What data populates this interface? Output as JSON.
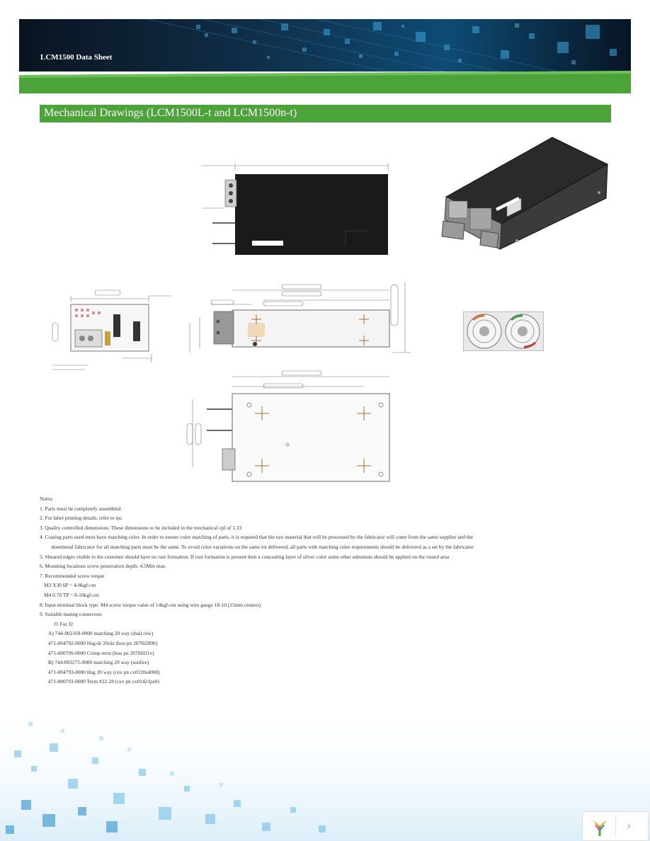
{
  "header": {
    "title": "LCM1500 Data Sheet"
  },
  "section": {
    "title": "Mechanical Drawings (LCM1500L-t and LCM1500n-t)"
  },
  "notes": {
    "heading": "Notes:",
    "items": [
      "1.  Parts must be completely assembled",
      "2.  For label printing details, refer to ipc",
      "3.  Quality controlled dimensions: These dimensions to be included in the mechanical cpl of 1.33",
      "4.    Coating parts used must have matching color. In order to ensure color matching of parts, it is required that the raw material that will be processed by the fabricator will come from the same supplier and the"
    ],
    "item4_cont": "sheetmetal fabricator for all matching parts must be the same. To avoid color variations on the same lot delivered, all parts with matching color requirements should be delivered as a set by the fabricator",
    "items2": [
      "5.  Sheared edges visible to the customer should have no rust formation. If rust formation is present then a concealing layer of silver color some other substitute should be applied on the rusted area",
      "6.  Mounting locations screw penetration depth: 4.5Mm max",
      "7.  Recommended screw torque"
    ],
    "torque": [
      "M3 X30 6P = 4-8kgf-cm",
      "M4 0.70 TP = 8-10kgf-cm"
    ],
    "items3": [
      "8.  Input terminal block type. M4 screw torque value of 14kgf-cm using wire gauge 18-10 (15mm centers)",
      "9.  Suitable mating connectors"
    ],
    "connector_heading": "J1 For J2",
    "connectors": [
      "A) 744-002169-0000 matching 20 way (dual row)",
      "471-004792-0000 Hsg-dr 20ckt (hou pn 2070i2000)",
      "471-000709-0000 Crimp term (hou pn 2070i021v)",
      "B) 744-003275-0000 matching 20 way (sunfire)",
      "471-004793-0000 Hsg 20 way (cex pn cx0120s4000)",
      "471-000703-0000 Term #22-28 (cex pn cx01421ps0)"
    ]
  },
  "nav": {
    "arrow": "›"
  },
  "colors": {
    "green": "#4ba339",
    "header_dark": "#0b1a2a"
  }
}
